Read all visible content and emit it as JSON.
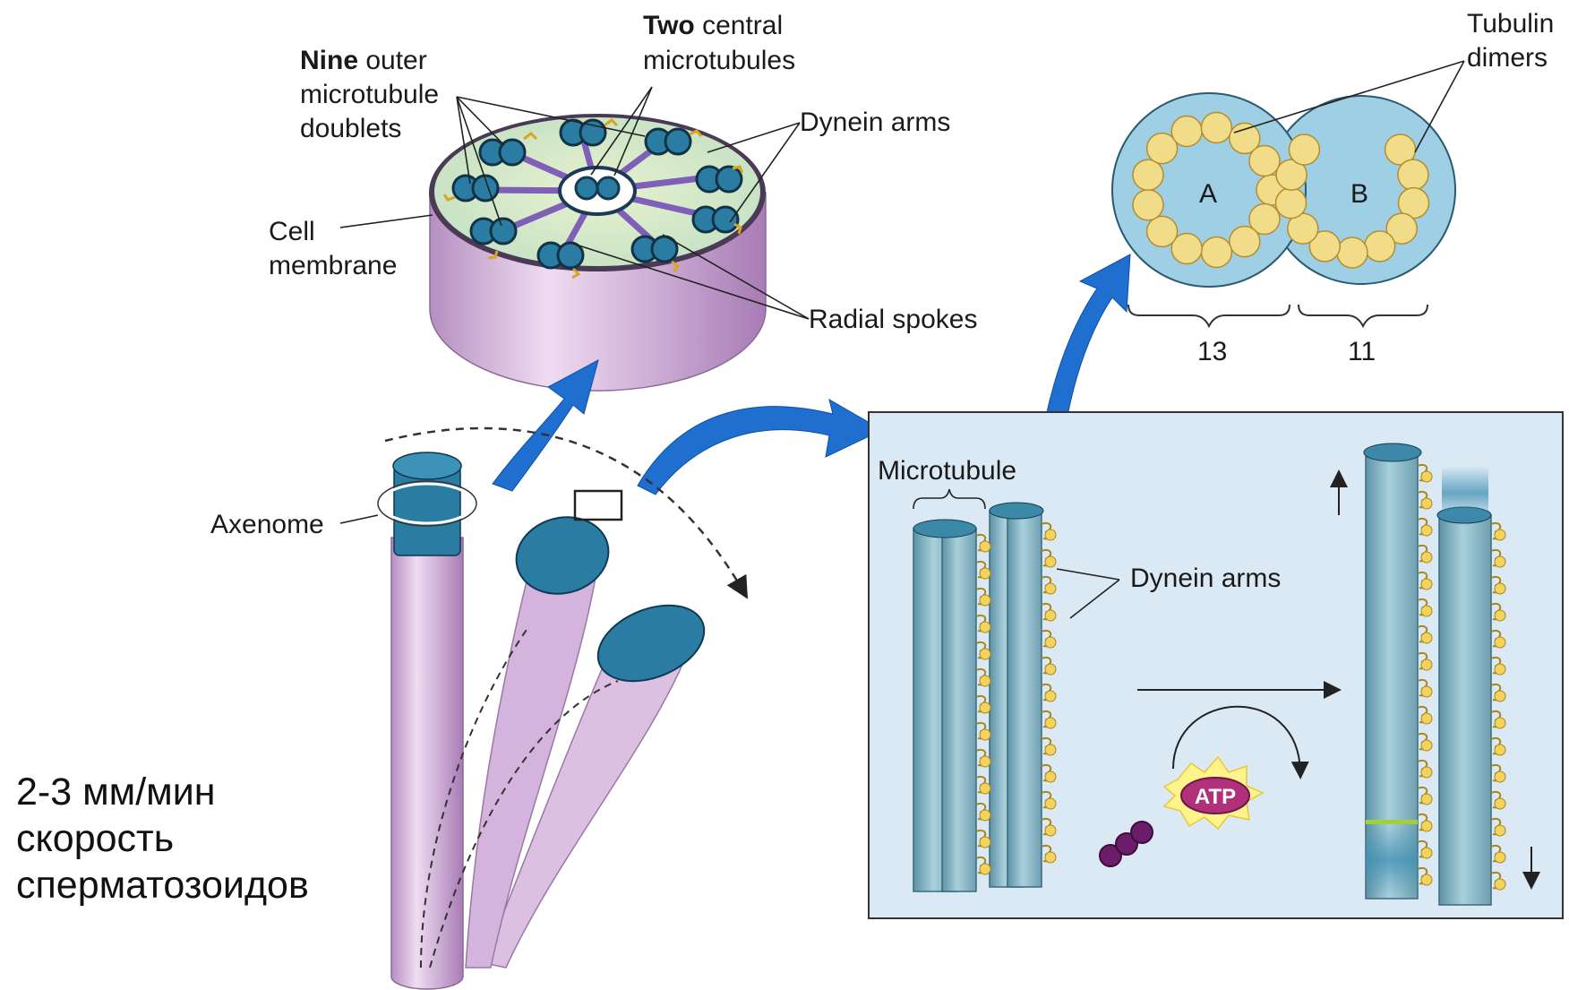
{
  "labels": {
    "nine_bold": "Nine",
    "nine_rest": " outer",
    "microtubule": "microtubule",
    "doublets": "doublets",
    "two_bold": "Two",
    "two_rest": " central",
    "microtubules": "microtubules",
    "dynein_arms_top": "Dynein arms",
    "cell": "Cell",
    "membrane": "membrane",
    "radial_spokes": "Radial spokes",
    "axenome": "Axenome",
    "tubulin": "Tubulin",
    "dimers": "dimers",
    "tubule_a": "A",
    "tubule_b": "B",
    "count_a": "13",
    "count_b": "11",
    "microtubule_panel": "Microtubule",
    "dynein_arms_panel": "Dynein arms",
    "atp": "ATP"
  },
  "caption": {
    "line1": "2-3 мм/мин",
    "line2": "скорость",
    "line3": "сперматозоидов"
  },
  "colors": {
    "membrane_purple": "#d7b3dd",
    "microtubule_blue": "#2a7ca3",
    "panel_bg": "#dbe9f5",
    "arrow_blue": "#1f6fd1",
    "tubulin_yellow": "#f1dc8a",
    "tubule_bg": "#9fcfe4",
    "atp_magenta": "#b1307a"
  }
}
